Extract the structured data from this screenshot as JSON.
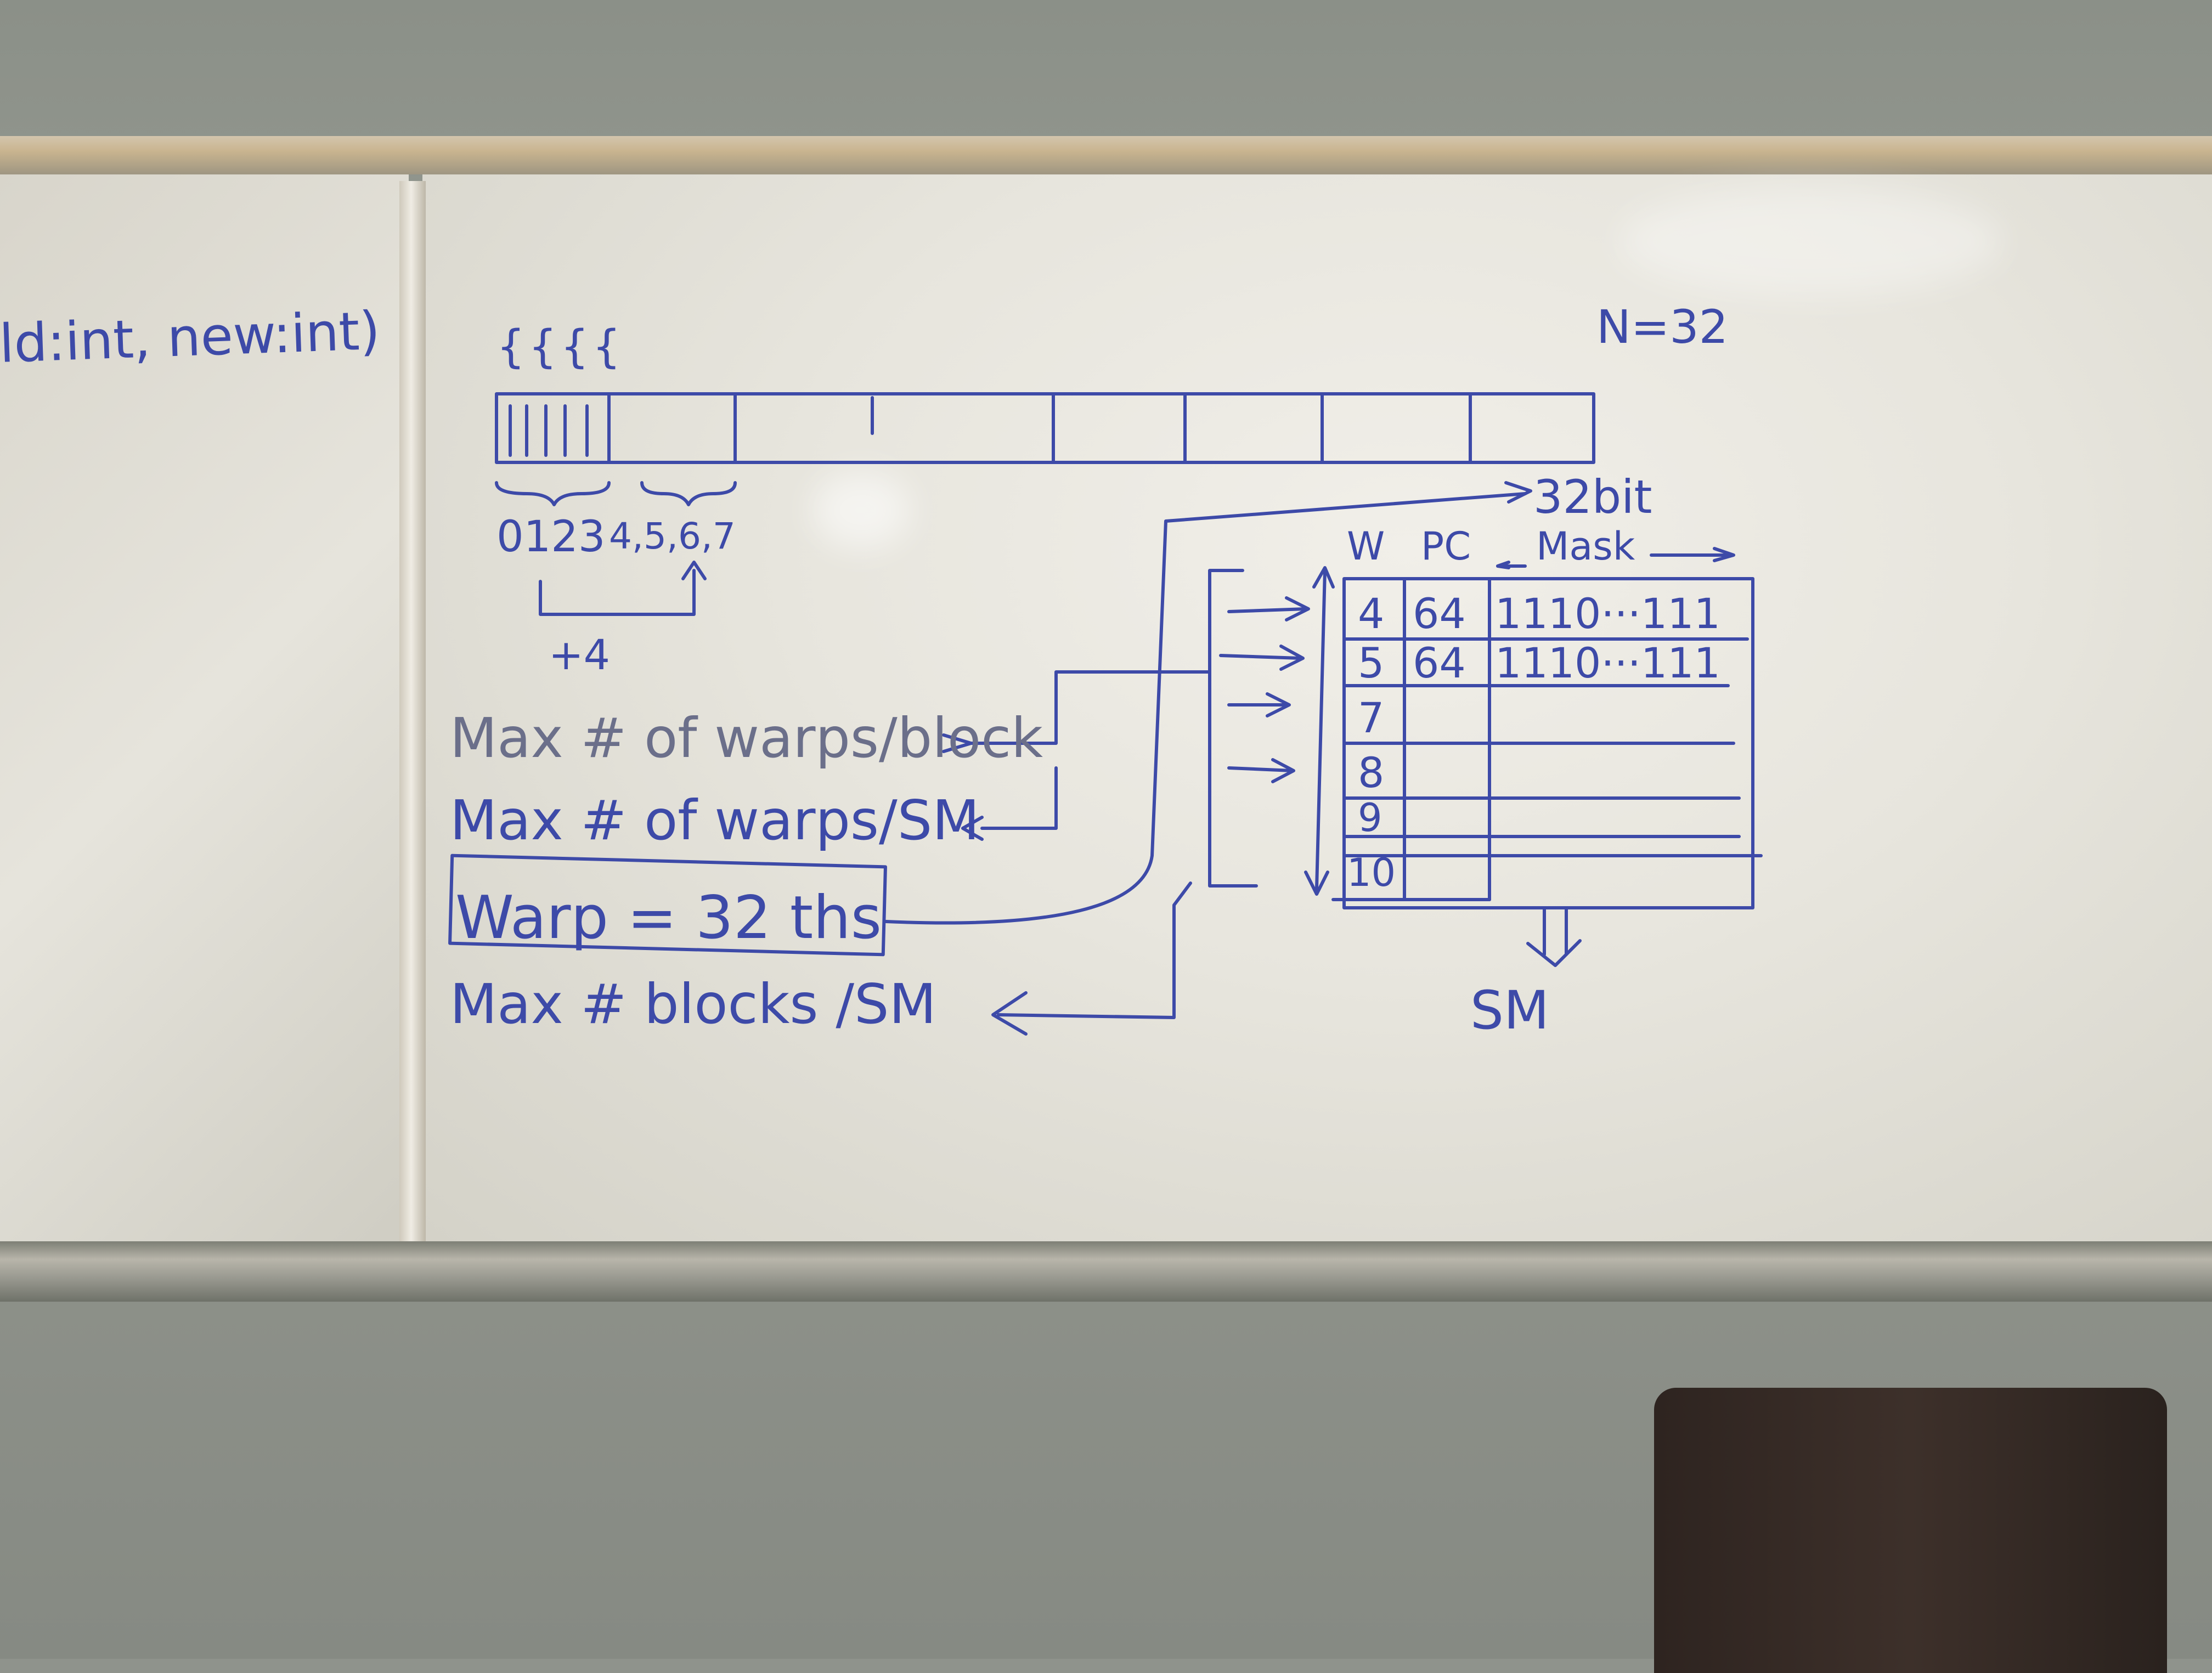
{
  "left_board": {
    "text": "ld:int, new:int)"
  },
  "main_board": {
    "n_label": "N=32",
    "thread_ticks": "{{{{",
    "index_group_a": "0123",
    "index_group_b": "4,5,6,7",
    "offset_label": "+4",
    "bits_label": "32bit",
    "warp_table": {
      "headers": [
        "W",
        "PC",
        "Mask"
      ],
      "rows": [
        {
          "w": "4",
          "pc": "64",
          "mask": "1110···111"
        },
        {
          "w": "5",
          "pc": "64",
          "mask": "1110···111"
        },
        {
          "w": "7",
          "pc": "",
          "mask": ""
        },
        {
          "w": "8",
          "pc": "",
          "mask": ""
        },
        {
          "w": "9",
          "pc": "",
          "mask": ""
        },
        {
          "w": "10",
          "pc": "",
          "mask": ""
        }
      ]
    },
    "sm_label": "SM",
    "notes": [
      "Max # of warps/block",
      "Max # of warps/SM",
      "Warp = 32 ths",
      "Max # blocks /SM"
    ]
  }
}
